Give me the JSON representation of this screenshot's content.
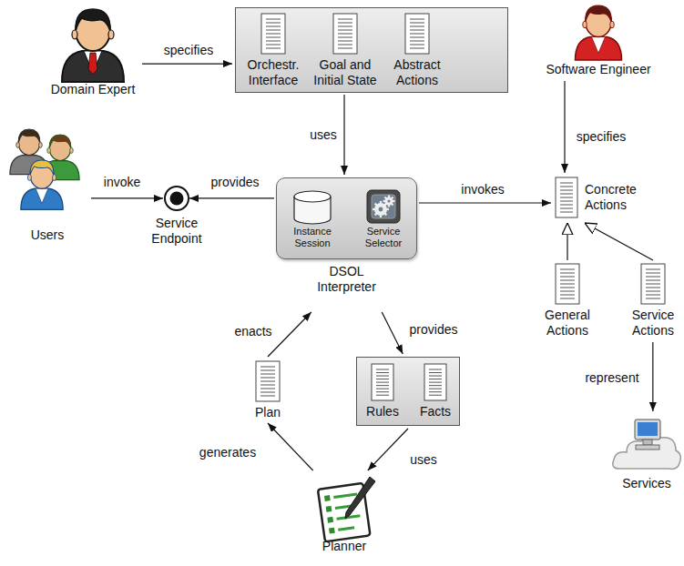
{
  "diagram": {
    "nodes": [
      {
        "text": [
          "Domain Expert"
        ]
      },
      {
        "text": []
      },
      {
        "text": [
          "Orchestr. Interface"
        ],
        "in": 1
      },
      {
        "text": [
          "Goal and Initial State"
        ],
        "in": 1
      },
      {
        "text": [
          "Abstract Actions"
        ],
        "in": 1
      },
      {
        "text": [
          "Software Engineer"
        ]
      },
      {
        "text": [
          "Users"
        ]
      },
      {
        "text": [
          "Service Endpoint"
        ]
      },
      {
        "text": [
          "DSOL Interpreter"
        ]
      },
      {
        "text": [
          "Instance Session"
        ],
        "in": 8
      },
      {
        "text": [
          "Service Selector"
        ],
        "in": 8
      },
      {
        "text": [
          "Concrete Actions"
        ]
      },
      {
        "text": [
          "General Actions"
        ]
      },
      {
        "text": [
          "Service Actions"
        ]
      },
      {
        "text": [
          "Plan"
        ]
      },
      {
        "text": []
      },
      {
        "text": [
          "Rules"
        ],
        "in": 15
      },
      {
        "text": [
          "Facts"
        ],
        "in": 15
      },
      {
        "text": [
          "Services"
        ]
      },
      {
        "text": [
          "Planner"
        ]
      }
    ],
    "edges": [
      {
        "from": 0,
        "to": 1,
        "label": "specifies",
        "arrow": "to"
      },
      {
        "from": 1,
        "to": 8,
        "label": "uses",
        "arrow": "to"
      },
      {
        "from": 5,
        "to": 11,
        "label": "specifies",
        "arrow": "to"
      },
      {
        "from": 6,
        "to": 7,
        "label": "invoke",
        "arrow": "to"
      },
      {
        "from": 8,
        "to": 7,
        "label": "provides",
        "arrow": "to"
      },
      {
        "from": 8,
        "to": 11,
        "label": "invokes",
        "arrow": "to"
      },
      {
        "from": 12,
        "to": 11,
        "arrow": "to"
      },
      {
        "from": 13,
        "to": 11,
        "arrow": "to"
      },
      {
        "from": 13,
        "to": 18,
        "label": "represent",
        "arrow": "to"
      },
      {
        "from": 14,
        "to": 8,
        "label": "enacts",
        "arrow": "to"
      },
      {
        "from": 8,
        "to": 15,
        "label": "provides",
        "arrow": "to"
      },
      {
        "from": 15,
        "to": 19,
        "label": "uses",
        "arrow": "to"
      },
      {
        "from": 19,
        "to": 14,
        "label": "generates",
        "arrow": "to"
      }
    ]
  }
}
